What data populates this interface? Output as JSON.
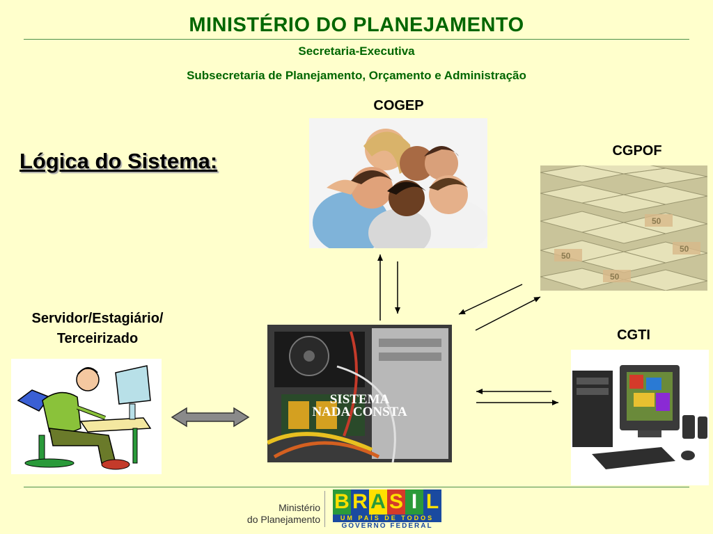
{
  "header": {
    "title": "MINISTÉRIO DO PLANEJAMENTO",
    "secretaria": "Secretaria-Executiva",
    "subsecretaria": "Subsecretaria de Planejamento, Orçamento e Administração"
  },
  "slide": {
    "heading": "Lógica do Sistema:",
    "nodes": {
      "cogep": "COGEP",
      "cgpof": "CGPOF",
      "cgti": "CGTI",
      "servidor_line1": "Servidor/Estagiário/",
      "servidor_line2": "Terceirizado",
      "sistema_line1": "SISTEMA",
      "sistema_line2": "NADA CONSTA"
    }
  },
  "footer": {
    "ministerio_line1": "Ministério",
    "ministerio_line2": "do Planejamento",
    "brasil_logo": "BRASIL",
    "brasil_slogan": "UM PAÍS DE TODOS",
    "governo": "GOVERNO FEDERAL"
  },
  "colors": {
    "background": "#ffffcc",
    "title_green": "#006600"
  }
}
